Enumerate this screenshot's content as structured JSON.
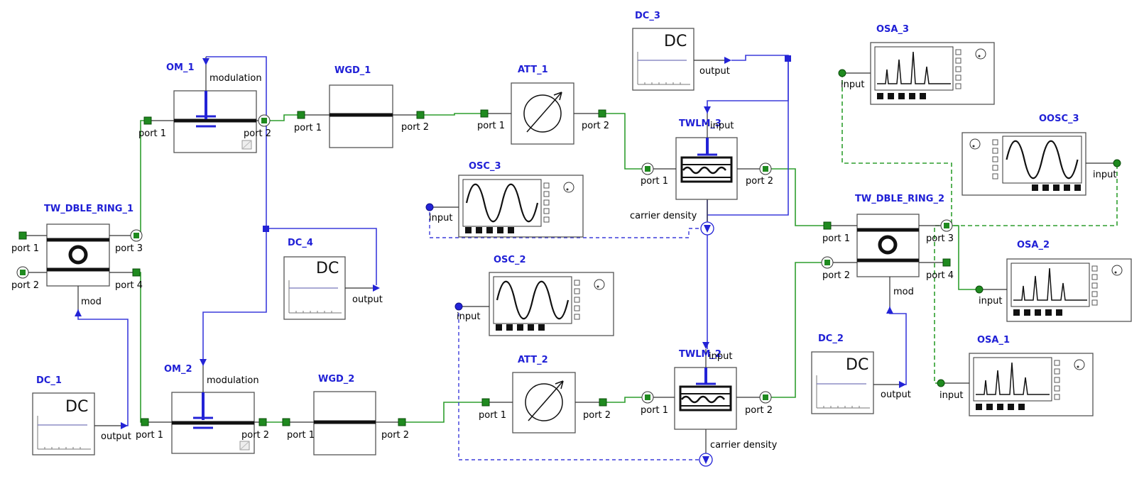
{
  "components": {
    "om1": {
      "name": "OM_1",
      "modulation": "modulation",
      "port1": "port 1",
      "port2": "port 2"
    },
    "om2": {
      "name": "OM_2",
      "modulation": "modulation",
      "port1": "port 1",
      "port2": "port 2"
    },
    "wgd1": {
      "name": "WGD_1",
      "port1": "port 1",
      "port2": "port 2"
    },
    "wgd2": {
      "name": "WGD_2",
      "port1": "port 1",
      "port2": "port 2"
    },
    "att1": {
      "name": "ATT_1",
      "port1": "port 1",
      "port2": "port 2"
    },
    "att2": {
      "name": "ATT_2",
      "port1": "port 1",
      "port2": "port 2"
    },
    "twlm3": {
      "name": "TWLM_3",
      "input": "input",
      "port1": "port 1",
      "port2": "port 2",
      "carrier": "carrier density"
    },
    "twlm2": {
      "name": "TWLM_2",
      "input": "input",
      "port1": "port 1",
      "port2": "port 2",
      "carrier": "carrier density"
    },
    "ring1": {
      "name": "TW_DBLE_RING_1",
      "port1": "port 1",
      "port2": "port 2",
      "port3": "port 3",
      "port4": "port 4",
      "mod": "mod"
    },
    "ring2": {
      "name": "TW_DBLE_RING_2",
      "port1": "port 1",
      "port2": "port 2",
      "port3": "port 3",
      "port4": "port 4",
      "mod": "mod"
    },
    "dc1": {
      "name": "DC_1",
      "display": "DC",
      "output": "output"
    },
    "dc2": {
      "name": "DC_2",
      "display": "DC",
      "output": "output"
    },
    "dc3": {
      "name": "DC_3",
      "display": "DC",
      "output": "output"
    },
    "dc4": {
      "name": "DC_4",
      "display": "DC",
      "output": "output"
    },
    "osc3": {
      "name": "OSC_3",
      "input": "input"
    },
    "osc2": {
      "name": "OSC_2",
      "input": "input"
    },
    "oosc3": {
      "name": "OOSC_3",
      "input": "input"
    },
    "osa3": {
      "name": "OSA_3",
      "input": "input"
    },
    "osa2": {
      "name": "OSA_2",
      "input": "input"
    },
    "osa1": {
      "name": "OSA_1",
      "input": "input"
    }
  },
  "colors": {
    "optical_link": "#2e9e2e",
    "electrical_link": "#3b3bdc",
    "title_text": "#1f1fd6",
    "port_fill": "#1f8a1f",
    "block_outline": "#555555"
  }
}
